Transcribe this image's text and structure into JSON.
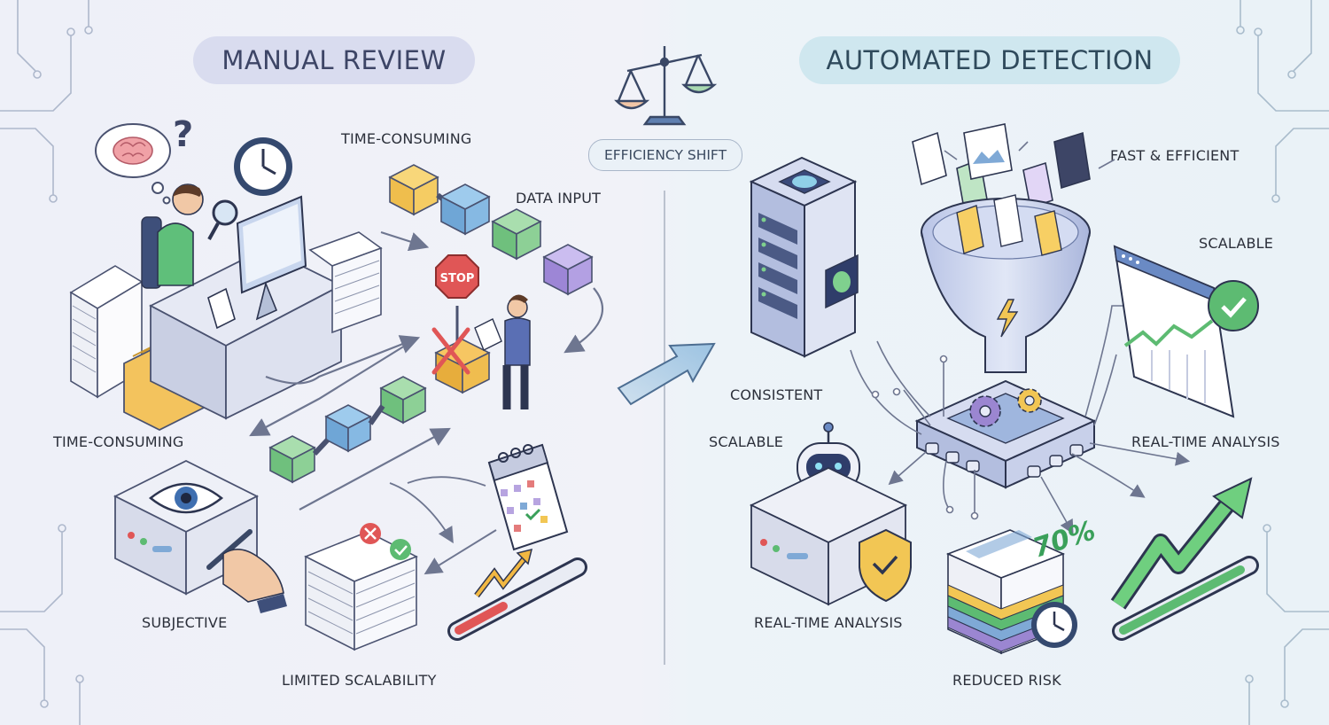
{
  "manual": {
    "title": "MANUAL REVIEW",
    "labels": {
      "time_consuming_top": "TIME-CONSUMING",
      "data_input": "DATA INPUT",
      "time_consuming_left": "TIME-CONSUMING",
      "subjective": "SUBJECTIVE",
      "limited_scalability": "LIMITED SCALABILITY",
      "stop_sign": "STOP"
    }
  },
  "center": {
    "efficiency_shift": "EFFICIENCY SHIFT"
  },
  "automated": {
    "title": "AUTOMATED DETECTION",
    "labels": {
      "fast_efficient": "FAST & EFFICIENT",
      "scalable_top": "SCALABLE",
      "consistent": "CONSISTENT",
      "scalable_left": "SCALABLE",
      "real_time_right": "REAL-TIME ANALYSIS",
      "real_time_bottom": "REAL-TIME ANALYSIS",
      "reduced_risk": "REDUCED RISK",
      "percent": "70%"
    }
  },
  "colors": {
    "accent_blue": "#7fa9d6",
    "accent_green": "#5dbb72",
    "accent_purple": "#9b86d1",
    "accent_yellow": "#f2c654",
    "alert_red": "#e05656"
  },
  "icons": [
    "question-icon",
    "brain-icon",
    "clock-icon",
    "magnifier-icon",
    "stop-sign-icon",
    "red-x-icon",
    "eye-icon",
    "calendar-icon",
    "scale-icon",
    "lightning-icon",
    "gear-icon",
    "robot-icon",
    "shield-icon",
    "checkmark-icon"
  ]
}
